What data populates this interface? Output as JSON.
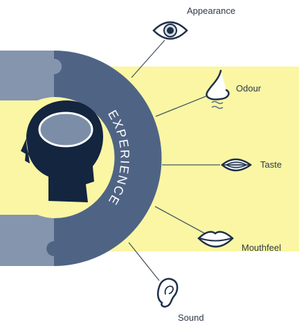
{
  "diagram": {
    "center_label": "EXPERIENCE",
    "senses": [
      {
        "id": "appearance",
        "label": "Appearance",
        "icon": "eye-icon"
      },
      {
        "id": "odour",
        "label": "Odour",
        "icon": "nose-icon"
      },
      {
        "id": "taste",
        "label": "Taste",
        "icon": "tongue-mouth-icon"
      },
      {
        "id": "mouthfeel",
        "label": "Mouthfeel",
        "icon": "lips-icon"
      },
      {
        "id": "sound",
        "label": "Sound",
        "icon": "ear-icon"
      }
    ]
  },
  "colors": {
    "band": "#faf6a4",
    "ring_dark": "#4f6485",
    "ring_light": "#8595ae",
    "head": "#13253f",
    "brain": "#7c8ea7",
    "icon_stroke": "#1f2f47",
    "icon_fill": "#cfd9e6",
    "line": "#4a5560"
  }
}
